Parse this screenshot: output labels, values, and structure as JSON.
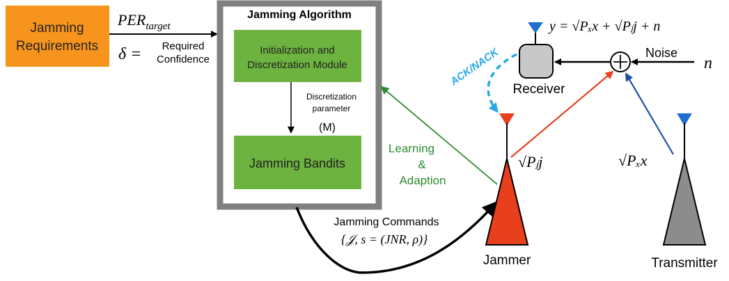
{
  "requirements": {
    "label_line1": "Jamming",
    "label_line2": "Requirements"
  },
  "per_target": "PER",
  "per_target_sub": "target",
  "delta": {
    "symbol": "δ =",
    "label_line1": "Required",
    "label_line2": "Confidence"
  },
  "algorithm": {
    "title": "Jamming Algorithm",
    "init_line1": "Initialization and",
    "init_line2": "Discretization Module",
    "disc_line1": "Discretization",
    "disc_line2": "parameter",
    "disc_symbol": "(M)",
    "bandits": "Jamming Bandits"
  },
  "commands": {
    "label": "Jamming Commands",
    "formula": "{𝒥, s = (JNR, ρ)}"
  },
  "learning": {
    "line1": "Learning",
    "line2": "&",
    "line3": "Adaption"
  },
  "ack_nack": "ACK/NACK",
  "receiver": "Receiver",
  "jammer": "Jammer",
  "transmitter": "Transmitter",
  "noise": {
    "label": "Noise",
    "symbol": "n"
  },
  "equation": "y = √Pₓx + √Pⱼj + n",
  "jammer_signal": "√Pⱼj",
  "tx_signal": "√Pₓx",
  "colors": {
    "orange": "#f7941d",
    "green": "#6db33f",
    "frame": "#808080",
    "red": "#e8401c",
    "blue": "#1f4ea1",
    "cyan": "#29a9e1",
    "dark_green": "#2e8b2e"
  }
}
